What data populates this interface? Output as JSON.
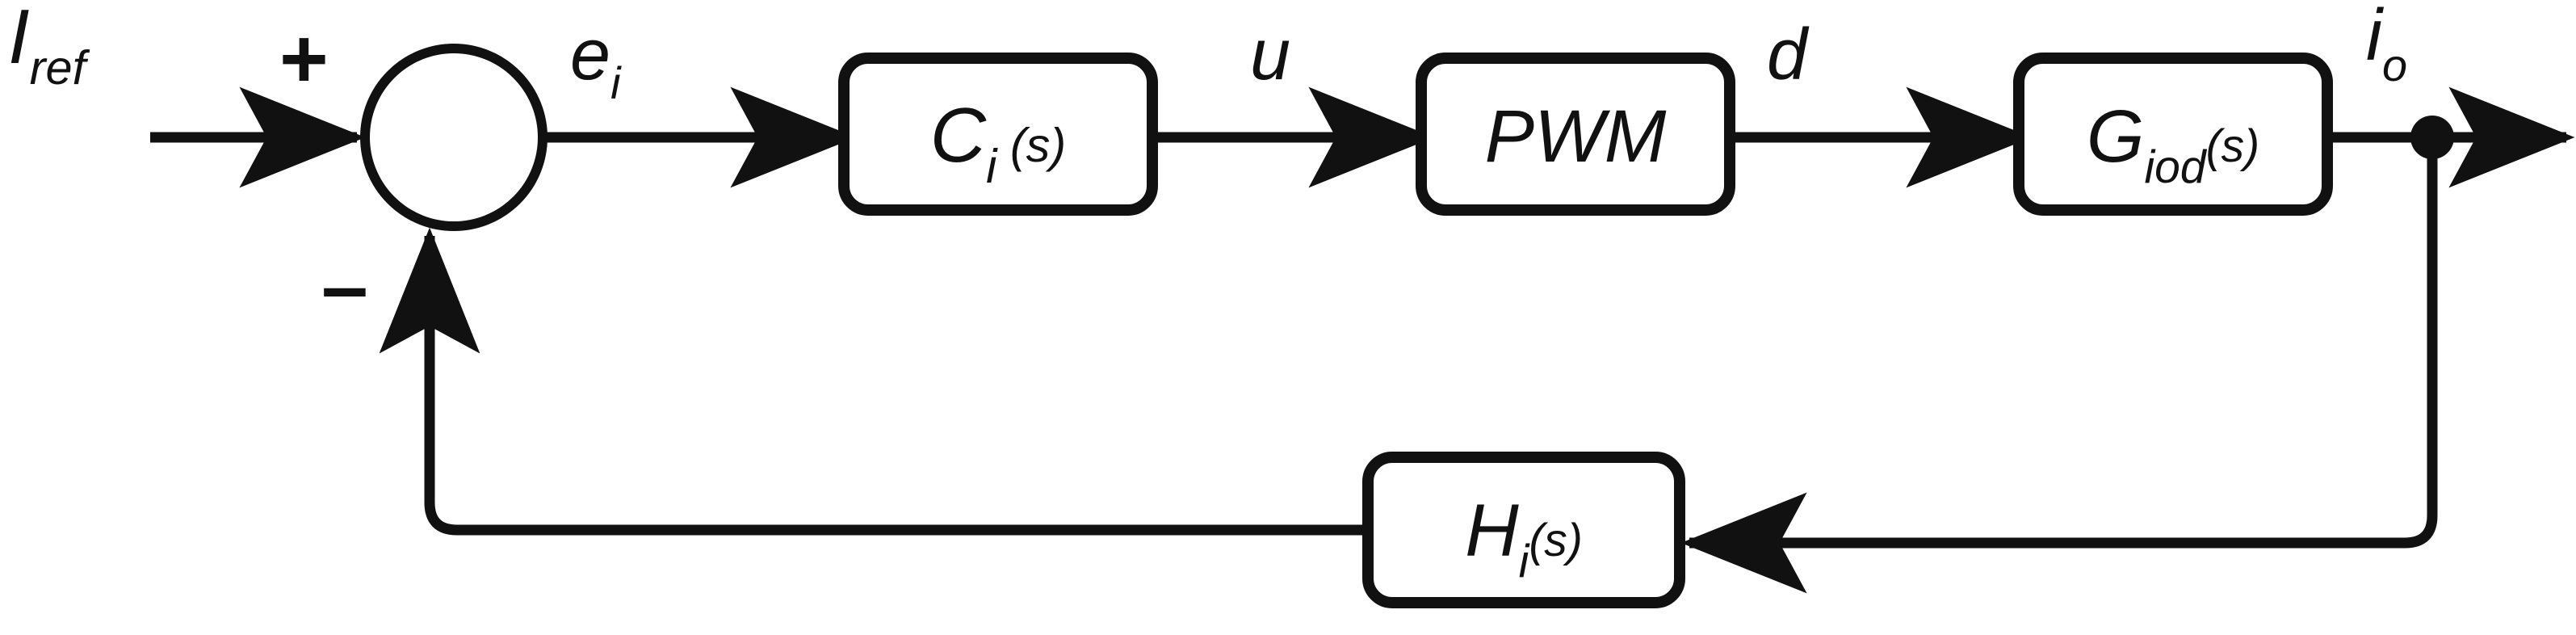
{
  "diagram": {
    "title": "Inner current control loop block diagram",
    "stroke_color": "#111111",
    "background_color": "#ffffff",
    "block_fill": "#ffffff",
    "blocks": [
      {
        "id": "controller",
        "label_main": "C",
        "label_sub": "i",
        "label_tail": " (s)",
        "name": "current-controller"
      },
      {
        "id": "pwm",
        "label_main": "PWM",
        "label_sub": "",
        "label_tail": "",
        "name": "pwm-modulator"
      },
      {
        "id": "plant",
        "label_main": "G",
        "label_sub": "iod",
        "label_tail": "(s)",
        "name": "plant-transfer-function"
      },
      {
        "id": "feedback",
        "label_main": "H",
        "label_sub": "i",
        "label_tail": "(s)",
        "name": "feedback-sensor"
      }
    ],
    "signals": [
      {
        "id": "reference",
        "label_main": "I",
        "label_sub": "ref",
        "name": "reference-current"
      },
      {
        "id": "error",
        "label_main": "e",
        "label_sub": "i",
        "name": "current-error"
      },
      {
        "id": "control",
        "label_main": "u",
        "label_sub": "",
        "name": "control-signal"
      },
      {
        "id": "duty",
        "label_main": "d",
        "label_sub": "",
        "name": "duty-cycle"
      },
      {
        "id": "output",
        "label_main": "i",
        "label_sub": "o",
        "name": "output-current"
      }
    ],
    "summing_junction": {
      "name": "summing-junction",
      "plus_sign": "+",
      "minus_sign": "–"
    }
  }
}
